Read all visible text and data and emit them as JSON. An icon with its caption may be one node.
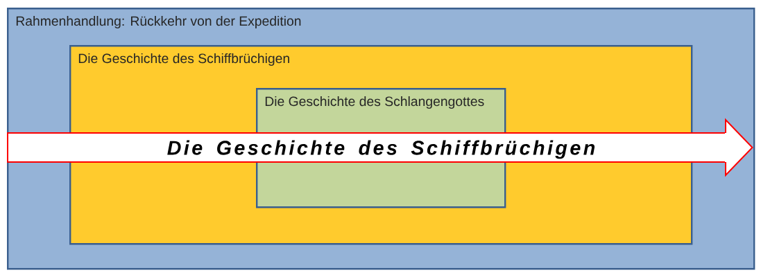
{
  "diagram": {
    "nodes": [
      {
        "text": [
          "Rahmenhandlung: Rückkehr von der Expedition"
        ]
      },
      {
        "text": [
          "Die Geschichte des Schiffbrüchigen"
        ],
        "in": 0
      },
      {
        "text": [
          "Die Geschichte des Schlangengottes"
        ],
        "in": 1
      },
      {
        "text": [
          "Die Geschichte des Schiffbrüchigen"
        ],
        "in": 0
      }
    ]
  }
}
